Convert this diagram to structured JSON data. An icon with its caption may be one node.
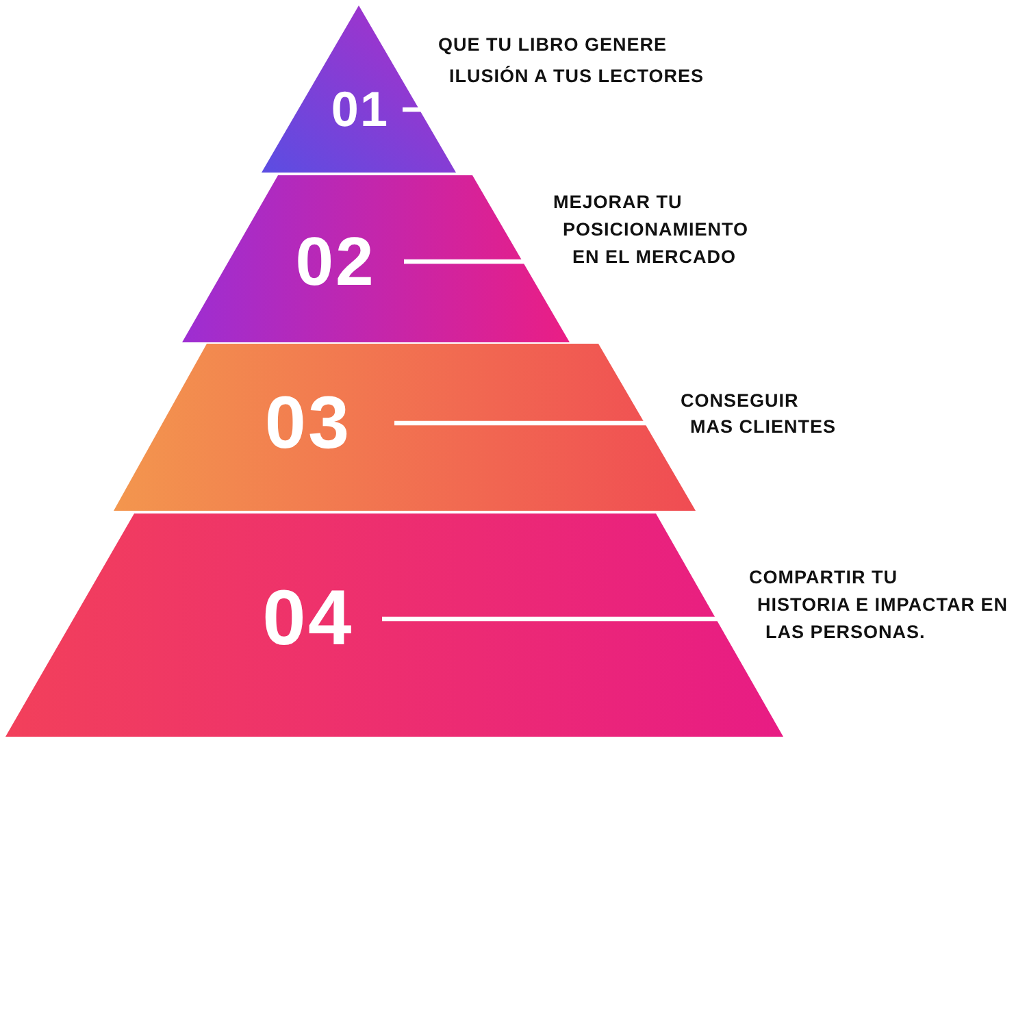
{
  "diagram": {
    "nodes": [
      {
        "text": [
          "01"
        ],
        "beside": [
          "QUE TU LIBRO GENERE ILUSIÓN A TUS LECTORES"
        ]
      },
      {
        "text": [
          "02"
        ],
        "beside": [
          "MEJORAR TU POSICIONAMIENTO EN EL MERCADO"
        ]
      },
      {
        "text": [
          "03"
        ],
        "beside": [
          "CONSEGUIR MAS CLIENTES"
        ]
      },
      {
        "text": [
          "04"
        ],
        "beside": [
          "COMPARTIR TU HISTORIA E IMPACTAR EN LAS PERSONAS."
        ]
      }
    ]
  }
}
